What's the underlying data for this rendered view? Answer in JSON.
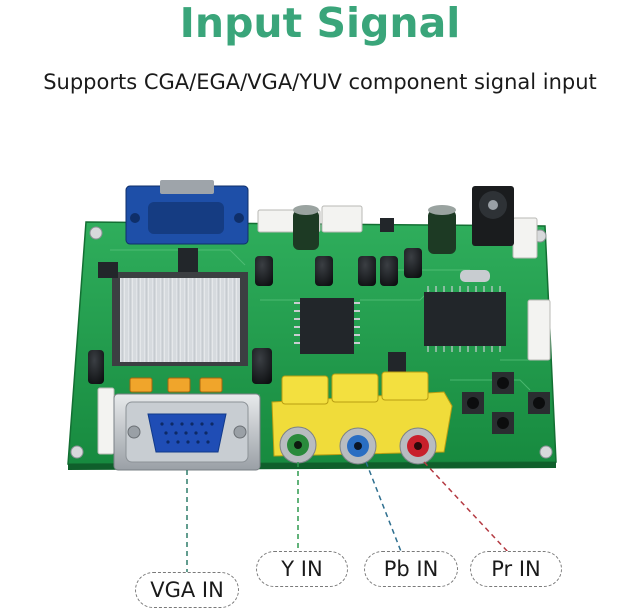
{
  "header": {
    "title": "Input Signal",
    "subtitle": "Supports CGA/EGA/VGA/YUV component signal input"
  },
  "labels": {
    "vga": "VGA IN",
    "y": "Y IN",
    "pb": "Pb IN",
    "pr": "Pr IN"
  },
  "colors": {
    "title": "#3aa57a",
    "board": "#1f9a4c",
    "vga_line": "#2e7d6a",
    "y_line": "#2e9a4f",
    "pb_line": "#2e6f8f",
    "pr_line": "#b43a42"
  }
}
